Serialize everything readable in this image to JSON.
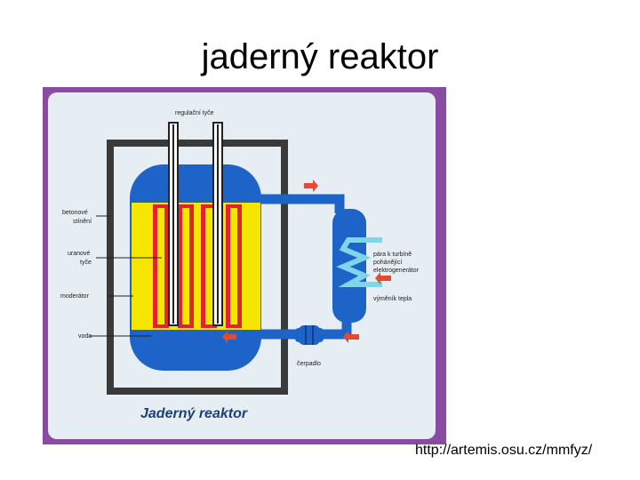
{
  "slide": {
    "title": "jaderný reaktor"
  },
  "diagram": {
    "title": "Jaderný reaktor",
    "labels": {
      "control_rods": "regulační tyče",
      "concrete_shield_line1": "betonové",
      "concrete_shield_line2": "stínění",
      "uranium_rods_line1": "uranové",
      "uranium_rods_line2": "tyče",
      "moderator": "moderátor",
      "water": "voda",
      "steam_line1": "pára k turbíně",
      "steam_line2": "pohánějící",
      "steam_line3": "elektrogenerátor",
      "heat_exchanger": "výměník tepla",
      "pump": "čerpadlo"
    },
    "colors": {
      "frame": "#8a4ba3",
      "panel": "#e6eef4",
      "shield": "#3a3a3a",
      "vessel": "#1e64c8",
      "moderator": "#f5e600",
      "fuel": "#e0232e",
      "pipe": "#1e64c8",
      "arrow": "#e34a32",
      "coil": "#7fd6ea"
    }
  },
  "footer": {
    "source": "http://artemis.osu.cz/mmfyz/"
  }
}
